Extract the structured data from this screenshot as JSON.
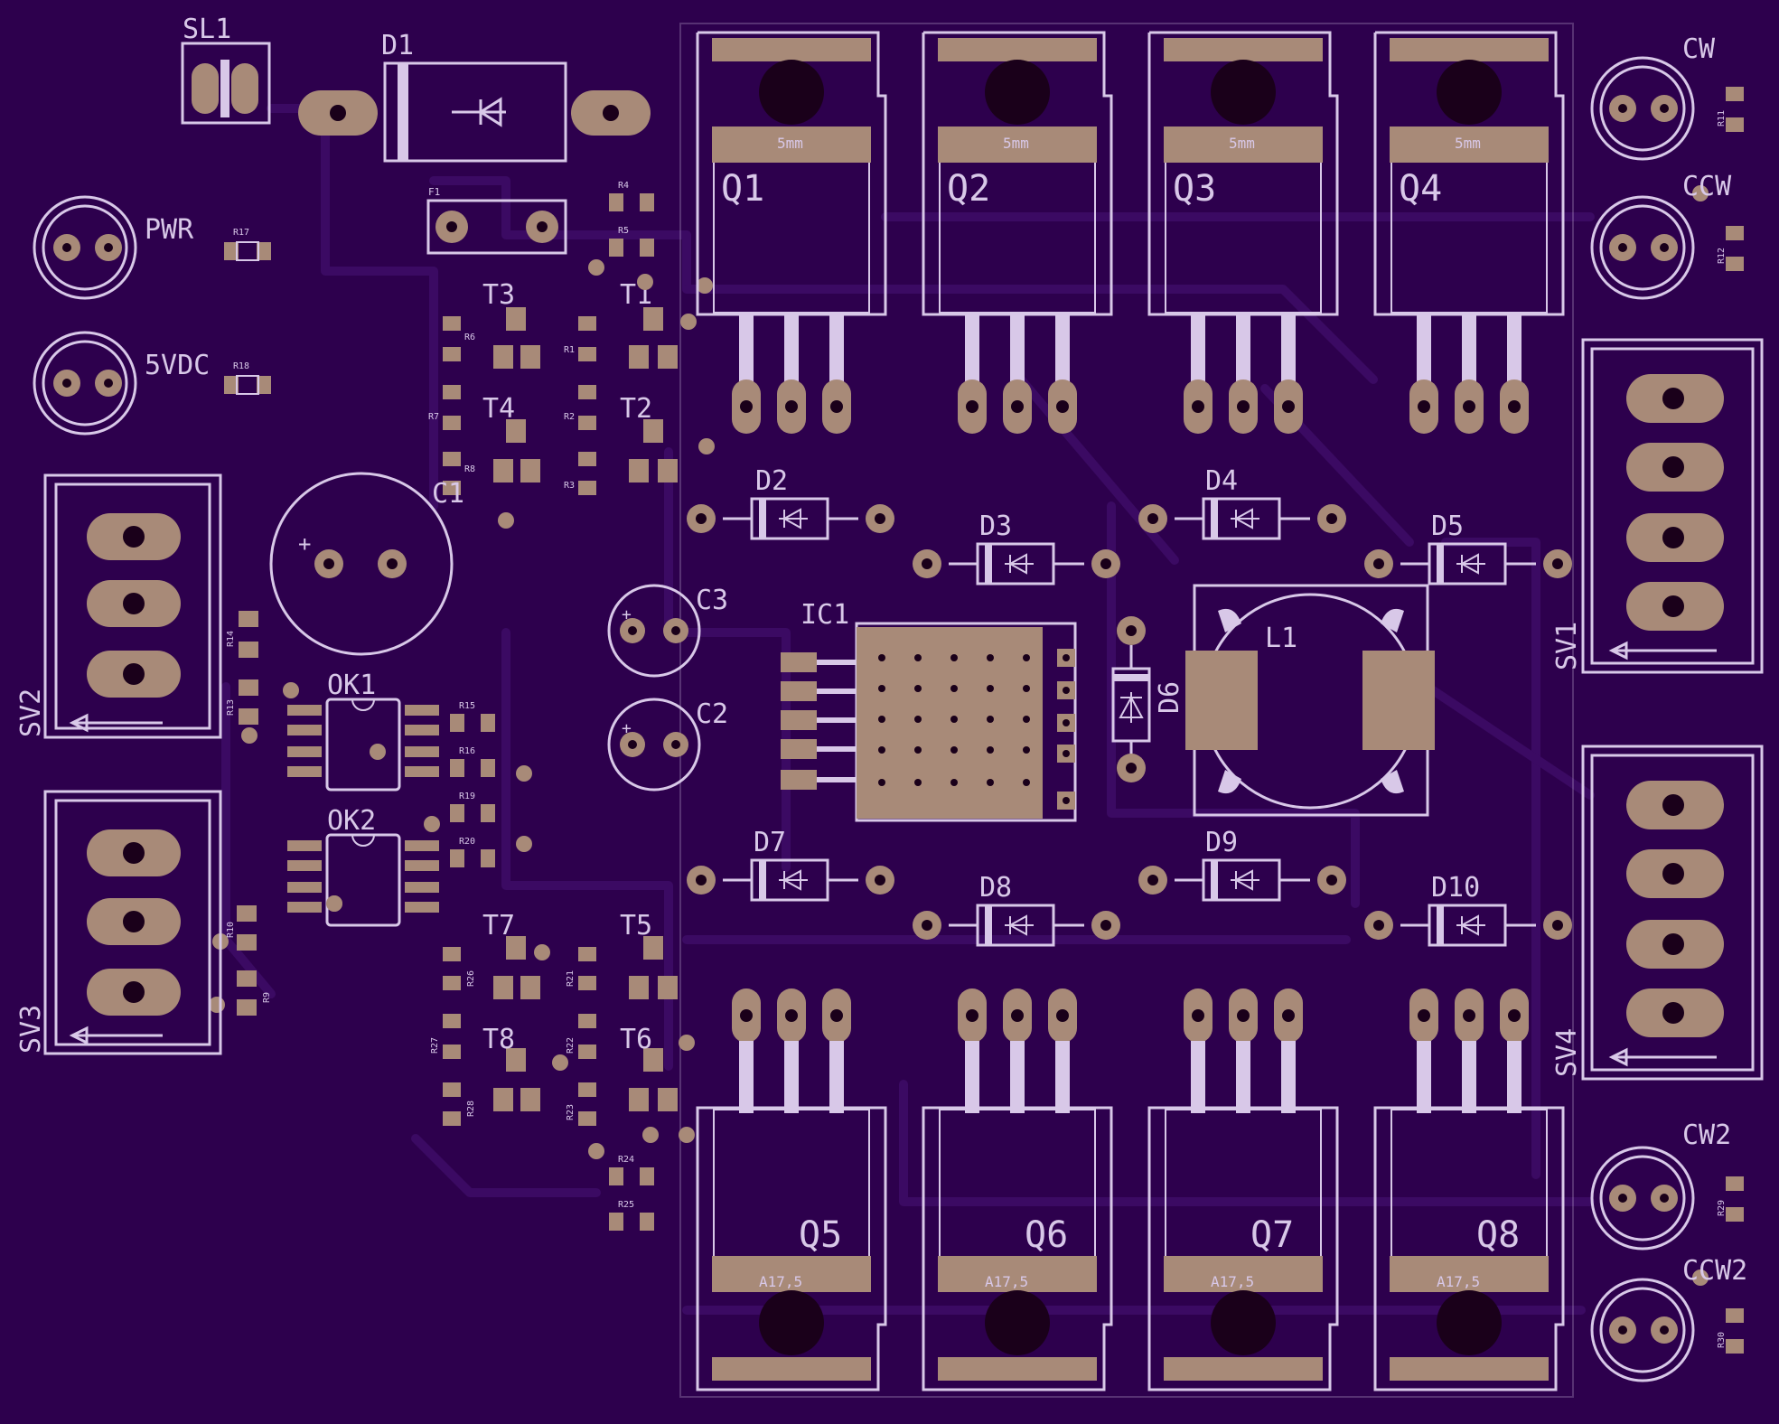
{
  "colors": {
    "board": "#2d004d",
    "silkscreen": "#d8c8e8",
    "copper_pad": "#a88a78",
    "drill": "#1a001a"
  },
  "components": {
    "SL1": "SL1",
    "D1": "D1",
    "F1": "F1",
    "PWR": "PWR",
    "VDC5": "5VDC",
    "R17": "R17",
    "R18": "R18",
    "R4": "R4",
    "R5": "R5",
    "T1": "T1",
    "T2": "T2",
    "T3": "T3",
    "T4": "T4",
    "T5": "T5",
    "T6": "T6",
    "T7": "T7",
    "T8": "T8",
    "R1": "R1",
    "R2": "R2",
    "R3": "R3",
    "R6": "R6",
    "R7": "R7",
    "R8": "R8",
    "R21": "R21",
    "R22": "R22",
    "R23": "R23",
    "R26": "R26",
    "R27": "R27",
    "R28": "R28",
    "R24": "R24",
    "R25": "R25",
    "C1": "C1",
    "C2": "C2",
    "C3": "C3",
    "SV1": "SV1",
    "SV2": "SV2",
    "SV3": "SV3",
    "SV4": "SV4",
    "R13": "R13",
    "R14": "R14",
    "R9": "R9",
    "R10": "R10",
    "OK1": "OK1",
    "OK2": "OK2",
    "R15": "R15",
    "R16": "R16",
    "R19": "R19",
    "R20": "R20",
    "IC1": "IC1",
    "L1": "L1",
    "D6": "D6",
    "D2": "D2",
    "D3": "D3",
    "D4": "D4",
    "D5": "D5",
    "D7": "D7",
    "D8": "D8",
    "D9": "D9",
    "D10": "D10",
    "Q1": "Q1",
    "Q2": "Q2",
    "Q3": "Q3",
    "Q4": "Q4",
    "Q5": "Q5",
    "Q6": "Q6",
    "Q7": "Q7",
    "Q8": "Q8",
    "CW": "CW",
    "CCW": "CCW",
    "CW2": "CW2",
    "CCW2": "CCW2",
    "R11": "R11",
    "R12": "R12",
    "R29": "R29",
    "R30": "R30",
    "hs_top": "5mm",
    "hs_bottom": "A17,5"
  }
}
